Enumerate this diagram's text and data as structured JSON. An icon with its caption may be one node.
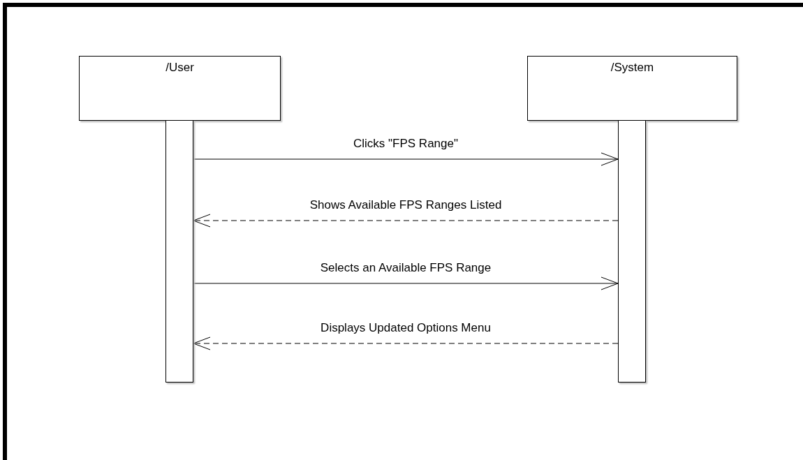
{
  "diagram": {
    "nodes": [
      {
        "text": [
          "/User"
        ]
      },
      {
        "text": [
          "/System"
        ]
      },
      {
        "text": [],
        "shape": "bar"
      },
      {
        "text": [],
        "shape": "bar"
      }
    ],
    "edges": [
      {
        "from": 2,
        "to": 3,
        "arrow": "to",
        "label": "Clicks \"FPS Range\""
      },
      {
        "from": 3,
        "to": 2,
        "arrow": "to",
        "label": "Shows Available FPS Ranges Listed",
        "style": "dashed"
      },
      {
        "from": 2,
        "to": 3,
        "arrow": "to",
        "label": "Selects an Available FPS Range"
      },
      {
        "from": 3,
        "to": 2,
        "arrow": "to",
        "label": "Displays Updated Options Menu",
        "style": "dashed"
      }
    ]
  }
}
